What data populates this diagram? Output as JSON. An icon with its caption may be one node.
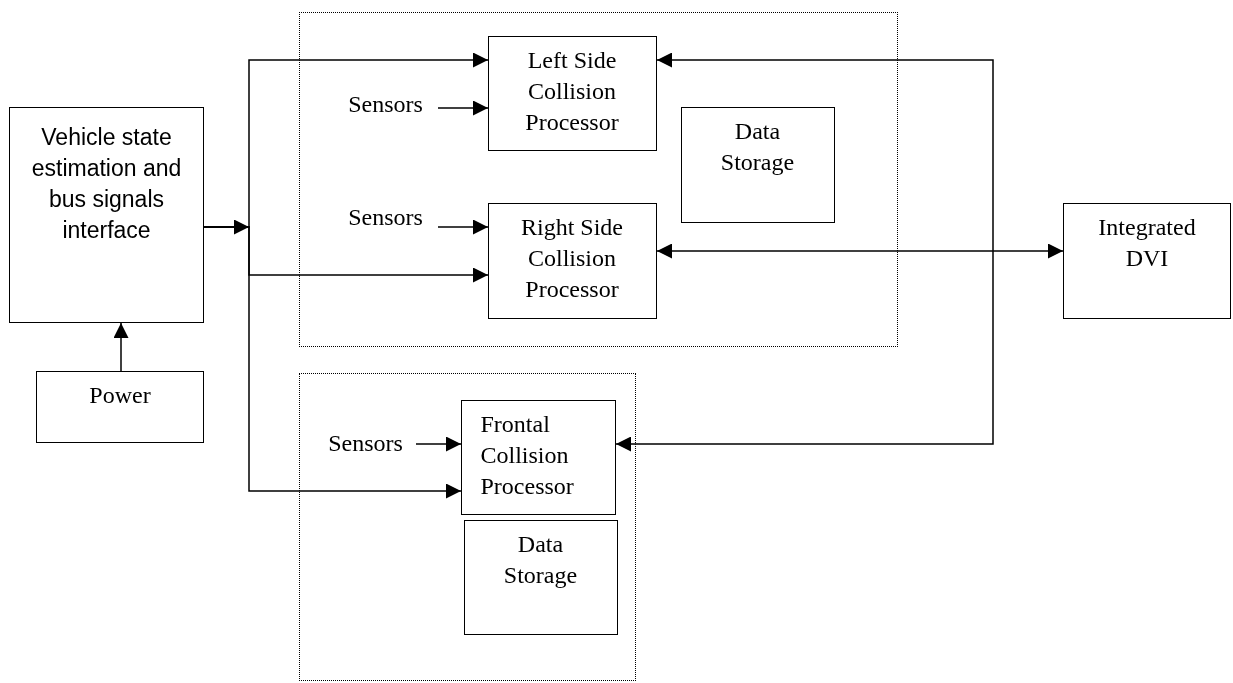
{
  "diagram": {
    "nodes": [
      {
        "text": [
          "Vehicle state estimation and bus signals interface"
        ]
      },
      {
        "text": [
          "Power"
        ]
      },
      {
        "text": [],
        "shape": "box"
      },
      {
        "text": [
          "Left Side Collision Processor"
        ],
        "in": 2
      },
      {
        "text": [
          "Right Side Collision Processor"
        ],
        "in": 2
      },
      {
        "text": [
          "Data Storage"
        ],
        "in": 2
      },
      {
        "text": [
          "Sensors"
        ],
        "in": 2
      },
      {
        "text": [
          "Sensors"
        ],
        "in": 2
      },
      {
        "text": [],
        "shape": "box"
      },
      {
        "text": [
          "Frontal Collision Processor"
        ],
        "in": 8
      },
      {
        "text": [
          "Data Storage"
        ],
        "in": 8
      },
      {
        "text": [
          "Sensors"
        ],
        "in": 8
      },
      {
        "text": [
          "Integrated DVI"
        ]
      }
    ],
    "edges": [
      {
        "from": 0,
        "to": 3,
        "arrow": "to"
      },
      {
        "from": 0,
        "to": 4,
        "arrow": "to"
      },
      {
        "from": 0,
        "to": 9,
        "arrow": "to"
      },
      {
        "from": 1,
        "to": 0,
        "arrow": "to"
      },
      {
        "from": 6,
        "to": 3,
        "arrow": "to"
      },
      {
        "from": 7,
        "to": 4,
        "arrow": "to"
      },
      {
        "from": 11,
        "to": 9,
        "arrow": "to"
      },
      {
        "from": 4,
        "to": 12,
        "arrow": "both"
      },
      {
        "from": 3,
        "to": 9,
        "arrow": "both"
      }
    ]
  }
}
